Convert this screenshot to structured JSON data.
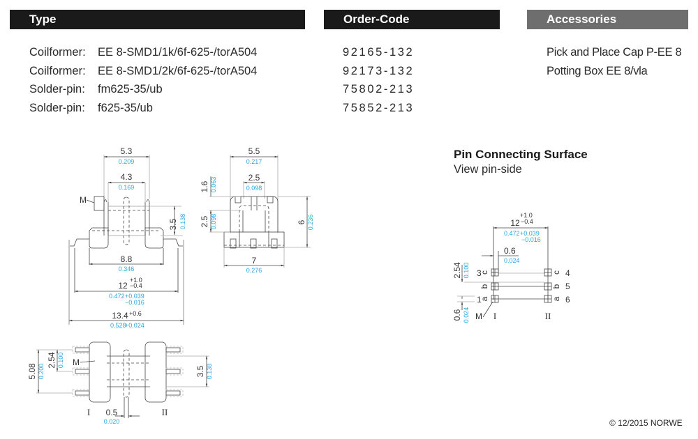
{
  "headers": {
    "type": "Type",
    "order_code": "Order-Code",
    "accessories": "Accessories"
  },
  "products": [
    {
      "label": "Coilformer:",
      "type": "EE 8-SMD1/1k/6f-625-/torA504",
      "code": "92165-132"
    },
    {
      "label": "Coilformer:",
      "type": "EE 8-SMD1/2k/6f-625-/torA504",
      "code": "92173-132"
    },
    {
      "label": "Solder-pin:",
      "type": "fm625-35/ub",
      "code": "75802-213"
    },
    {
      "label": "Solder-pin:",
      "type": "f625-35/ub",
      "code": "75852-213"
    }
  ],
  "accessories": [
    "Pick and Place Cap P-EE 8",
    "Potting Box EE 8/vla"
  ],
  "pin_surface": {
    "title": "Pin Connecting Surface",
    "subtitle": "View pin-side"
  },
  "dimensions": {
    "front": {
      "w53": "5.3",
      "w53_in": "0.209",
      "w43": "4.3",
      "w43_in": "0.169",
      "h35": "3.5",
      "h35_in": "0.138",
      "w88": "8.8",
      "w88_in": "0.346",
      "w12": "12",
      "w12_tol_plus": "+1.0",
      "w12_tol_minus": "−0.4",
      "w12_in": "0.472",
      "w12_in_plus": "+0.039",
      "w12_in_minus": "−0.016",
      "w134": "13.4",
      "w134_tol": "+0.6",
      "w134_in": "0.528",
      "w134_in_tol": "+0.024",
      "marker": "M"
    },
    "side": {
      "w55": "5.5",
      "w55_in": "0.217",
      "w25": "2.5",
      "w25_in": "0.098",
      "h16": "1.6",
      "h16_in": "0.063",
      "h25": "2.5",
      "h25_in": "0.098",
      "h6": "6",
      "h6_in": "0.236",
      "w7": "7",
      "w7_in": "0.276"
    },
    "bottom": {
      "h508": "5.08",
      "h508_in": "0.200",
      "h254": "2.54",
      "h254_in": "0.100",
      "h35": "3.5",
      "h35_in": "0.138",
      "w05": "0.5",
      "w05_in": "0.020",
      "marker": "M",
      "side1": "I",
      "side2": "II"
    },
    "pins": {
      "w12": "12",
      "w12_tol_plus": "+1.0",
      "w12_tol_minus": "−0.4",
      "w12_in": "0.472",
      "w12_in_plus": "+0.039",
      "w12_in_minus": "−0.016",
      "w06": "0.6",
      "w06_in": "0.024",
      "h254": "2.54",
      "h254_in": "0.100",
      "h06": "0.6",
      "h06_in": "0.024",
      "marker": "M",
      "side1": "I",
      "side2": "II",
      "left_pins": [
        "3",
        "",
        "1"
      ],
      "left_letters": [
        "c",
        "b",
        "a"
      ],
      "right_pins": [
        "4",
        "5",
        "6"
      ],
      "right_letters": [
        "c",
        "b",
        "a"
      ]
    }
  },
  "copyright": "© 12/2015 NORWE"
}
